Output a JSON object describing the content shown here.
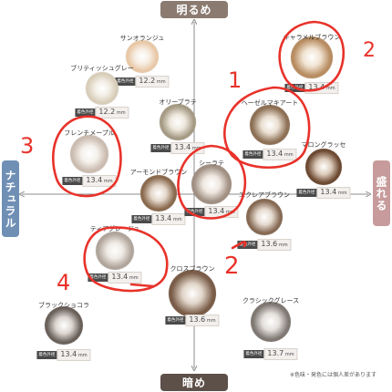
{
  "axes": {
    "top": "明るめ",
    "bottom": "暗め",
    "left": "ナチュラル",
    "right": "盛れる"
  },
  "diameter_tag": "着色外径",
  "unit": "mm",
  "lenses": [
    {
      "name": "サンオランジュ",
      "diameter": "12.2",
      "ring": "#e8c8a6",
      "core": "#f8efe6"
    },
    {
      "name": "ブリティッシュグレー",
      "diameter": "12.2",
      "ring": "#d8cdb8",
      "core": "#f4f0e8"
    },
    {
      "name": "オリーブラテ",
      "diameter": "13.4",
      "ring": "#a59a84",
      "core": "#ede7dc"
    },
    {
      "name": "キャラメルブラウン",
      "diameter": "13.4",
      "ring": "#b88d62",
      "core": "#f1e4d3"
    },
    {
      "name": "ヘーゼルマキアート",
      "diameter": "13.4",
      "ring": "#8d7055",
      "core": "#eadfd2"
    },
    {
      "name": "マロングラッセ",
      "diameter": "13.4",
      "ring": "#6d4a32",
      "core": "#dccbba"
    },
    {
      "name": "フレンチメープル",
      "diameter": "13.4",
      "ring": "#cbbcb0",
      "core": "#f5f1ec"
    },
    {
      "name": "アーモンドブラウン",
      "diameter": "13.4",
      "ring": "#8a6a4e",
      "core": "#e4d8cb"
    },
    {
      "name": "シーラテ",
      "diameter": "13.4",
      "ring": "#a08f82",
      "core": "#efe8e1"
    },
    {
      "name": "エクレアブラウン",
      "diameter": "13.6",
      "ring": "#866a54",
      "core": "#e6dbd0"
    },
    {
      "name": "ティアグレージュ",
      "diameter": "13.4",
      "ring": "#b0a59b",
      "core": "#efeae5"
    },
    {
      "name": "クロスブラウン",
      "diameter": "13.6",
      "ring": "#7a5d48",
      "core": "#e1d5c9"
    },
    {
      "name": "ブラックショコラ",
      "diameter": "13.4",
      "ring": "#6b615b",
      "core": "#ded8d3"
    },
    {
      "name": "クラシックグレース",
      "diameter": "13.7",
      "ring": "#7f7872",
      "core": "#e4e0dc"
    }
  ],
  "annotations": [
    "1",
    "2",
    "3",
    "4"
  ],
  "annotation_color": "#e8322a",
  "footnote": "※色味・発色には個人差があります"
}
